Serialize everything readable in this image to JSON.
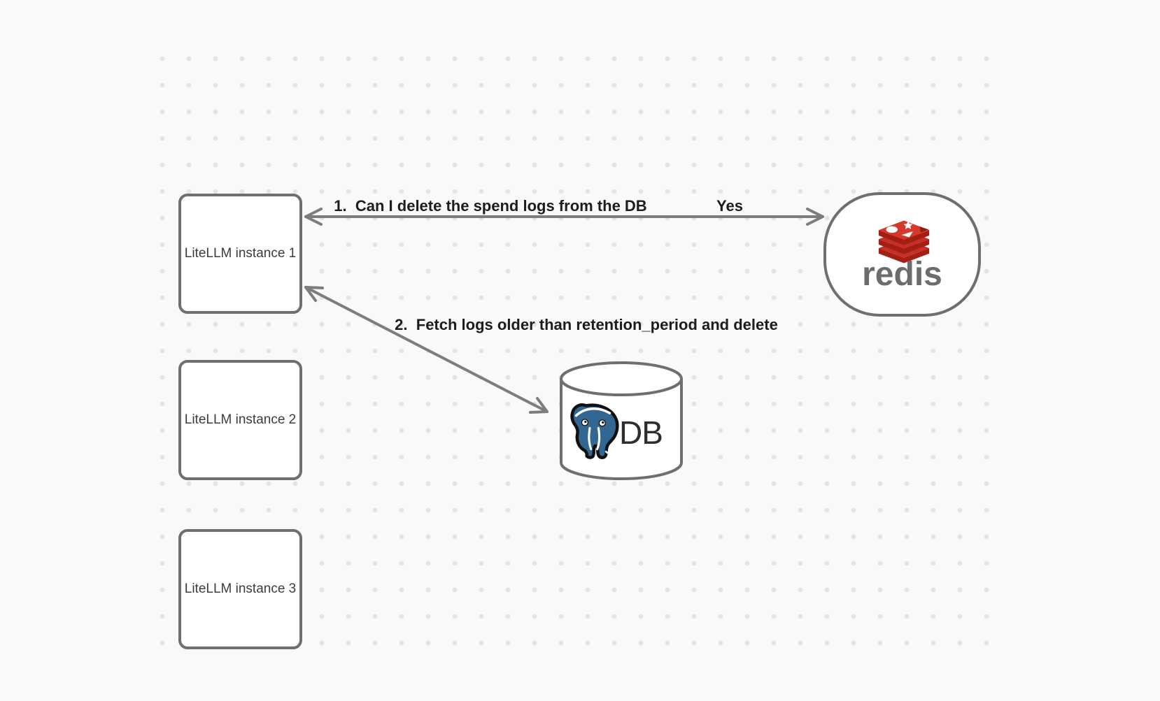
{
  "background": {
    "color": "#f9f9f9",
    "dot_color": "#e4e4e4"
  },
  "nodes": {
    "instance1": {
      "label": "LiteLLM instance 1"
    },
    "instance2": {
      "label": "LiteLLM instance 2"
    },
    "instance3": {
      "label": "LiteLLM instance 3"
    },
    "redis": {
      "wordmark": "redis"
    },
    "db": {
      "label": "DB"
    }
  },
  "edges": {
    "redis_to_instance1": {
      "label": "1.  Can I delete the spend logs from the DB",
      "response": "Yes"
    },
    "db_to_instance1": {
      "label": "2.  Fetch logs older than retention_period and delete"
    }
  },
  "colors": {
    "shape_border": "#6f6f6f",
    "arrow": "#7d7d7d",
    "redis_red": "#c6302b",
    "redis_red_dark": "#a41e11",
    "redis_wordmark": "#6c6c6c",
    "postgres_blue": "#336791",
    "label_text": "#1d1d1d",
    "node_text": "#3c3c3c"
  }
}
